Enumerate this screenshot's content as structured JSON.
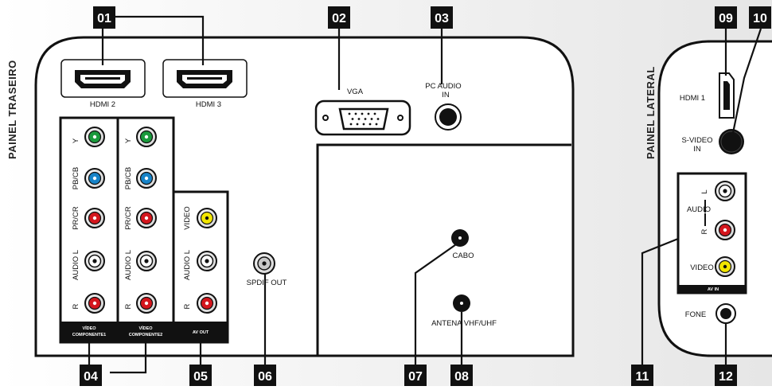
{
  "panels": {
    "rear": "PAINEL TRASEIRO",
    "side": "PAINEL LATERAL"
  },
  "badges": {
    "b01": "01",
    "b02": "02",
    "b03": "03",
    "b04": "04",
    "b05": "05",
    "b06": "06",
    "b07": "07",
    "b08": "08",
    "b09": "09",
    "b10": "10",
    "b11": "11",
    "b12": "12"
  },
  "rear_labels": {
    "hdmi2": "HDMI 2",
    "hdmi3": "HDMI 3",
    "vga": "VGA",
    "pc_audio_1": "PC AUDIO",
    "pc_audio_2": "IN",
    "spdif": "SPDIF OUT",
    "cabo": "CABO",
    "antena": "ANTENA VHF/UHF"
  },
  "component": {
    "y": "Y",
    "pb": "PB/CB",
    "pr": "PR/CR",
    "audio_l": "AUDIO L",
    "audio_r": "R",
    "strip1_1": "VÍDEO",
    "strip1_2": "COMPONENTE1",
    "strip2_1": "VÍDEO",
    "strip2_2": "COMPONENTE2"
  },
  "av_out": {
    "video": "VIDEO",
    "audio_l": "AUDIO L",
    "audio_r": "R",
    "strip": "AV OUT"
  },
  "side_labels": {
    "hdmi1": "HDMI 1",
    "svideo_1": "S-VIDEO",
    "svideo_2": "IN",
    "audio": "AUDIO",
    "l": "L",
    "r": "R",
    "video": "VIDEO",
    "av_in": "AV IN",
    "fone": "FONE"
  },
  "colors": {
    "green": "#1a9a3c",
    "blue": "#1683c8",
    "red": "#d4161d",
    "white": "#ffffff",
    "yellow": "#f2e600",
    "badge": "#111111"
  }
}
